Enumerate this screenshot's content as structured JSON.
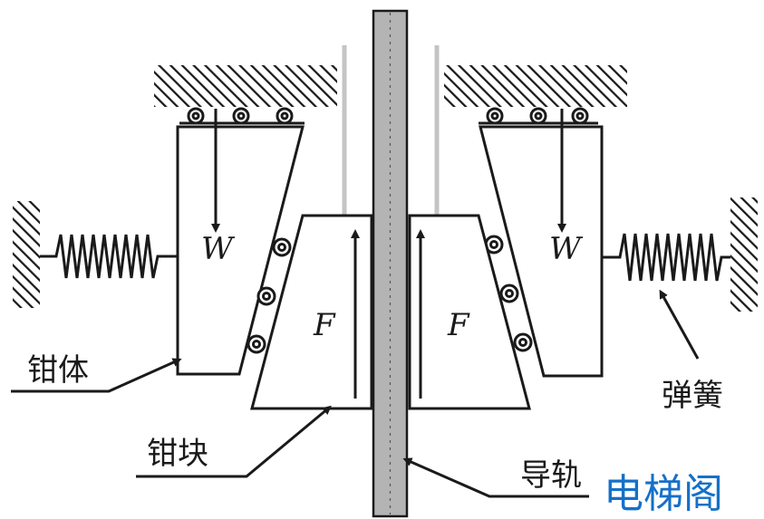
{
  "labels": {
    "caliper_body": "钳体",
    "wedge_block": "钳块",
    "guide_rail": "导轨",
    "spring": "弹簧",
    "weight_left": "W",
    "weight_right": "W",
    "force_left": "F",
    "force_right": "F"
  },
  "watermark": "电梯阁",
  "colors": {
    "line": "#1a1a1a",
    "rail_fill": "#b4b4b4",
    "watermark": "#1570c8"
  }
}
